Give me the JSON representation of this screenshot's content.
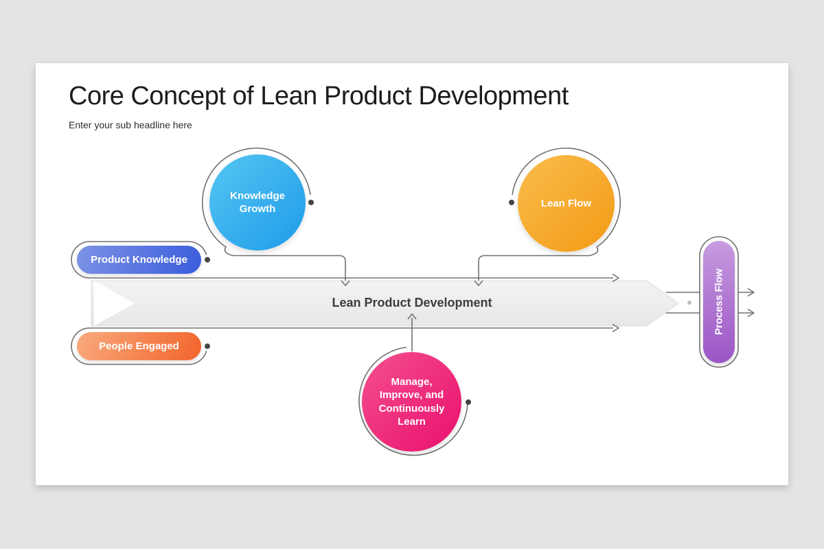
{
  "page": {
    "background_color": "#E5E3E3",
    "slide_color": "#FFFFFF"
  },
  "header": {
    "title": "Core Concept of Lean Product Development",
    "subtitle": "Enter your sub headline here"
  },
  "diagram": {
    "banner": {
      "label": "Lean Product Development",
      "fill": "#EFEFEF",
      "text_color": "#3C3C3C"
    },
    "circles": [
      {
        "id": "knowledge-growth",
        "label": "Knowledge\nGrowth",
        "gradient": [
          "#55C6F3",
          "#1E9BE9"
        ]
      },
      {
        "id": "lean-flow",
        "label": "Lean Flow",
        "gradient": [
          "#F9BD4D",
          "#F39A14"
        ]
      },
      {
        "id": "manage-improve-learn",
        "label": "Manage,\nImprove, and\nContinuously\nLearn",
        "gradient": [
          "#F4508E",
          "#E90F6E"
        ]
      }
    ],
    "pills": [
      {
        "id": "product-knowledge",
        "label": "Product Knowledge",
        "gradient": [
          "#7D93E6",
          "#3A5CDC"
        ]
      },
      {
        "id": "people-engaged",
        "label": "People Engaged",
        "gradient": [
          "#F9A97D",
          "#F2652B"
        ]
      }
    ],
    "process_flow": {
      "label": "Process Flow",
      "gradient": [
        "#C79BE0",
        "#9B55C5"
      ]
    },
    "connector_color": "#707070",
    "dot_color": "#454545"
  }
}
